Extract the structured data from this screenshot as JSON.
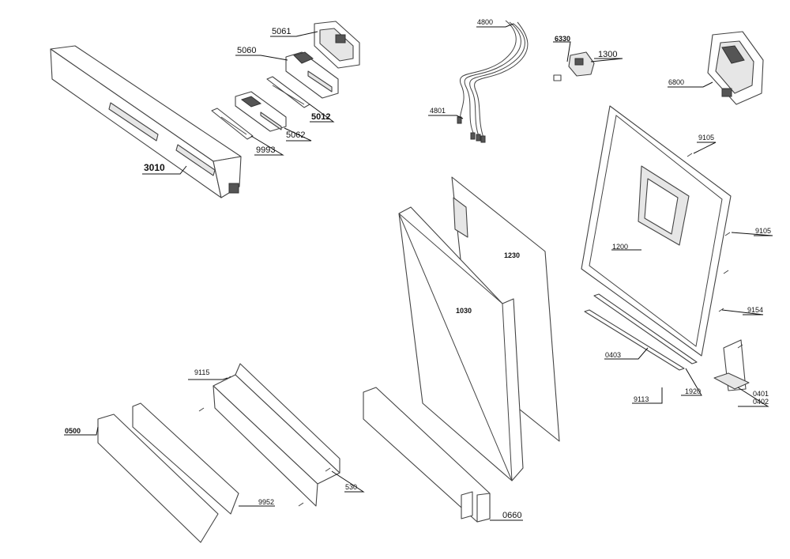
{
  "diagram": {
    "parts": [
      {
        "id": "p5061",
        "code": "5061"
      },
      {
        "id": "p5060",
        "code": "5060"
      },
      {
        "id": "p5012",
        "code": "5012"
      },
      {
        "id": "p5062",
        "code": "5062"
      },
      {
        "id": "p9993",
        "code": "9993"
      },
      {
        "id": "p3010",
        "code": "3010"
      },
      {
        "id": "p4800",
        "code": "4800"
      },
      {
        "id": "p4801",
        "code": "4801"
      },
      {
        "id": "p6330",
        "code": "6330"
      },
      {
        "id": "p1300",
        "code": "1300"
      },
      {
        "id": "p6800",
        "code": "6800"
      },
      {
        "id": "p9105a",
        "code": "9105"
      },
      {
        "id": "p9105b",
        "code": "9105"
      },
      {
        "id": "p1200",
        "code": "1200"
      },
      {
        "id": "p1230",
        "code": "1230"
      },
      {
        "id": "p1030",
        "code": "1030"
      },
      {
        "id": "p9154",
        "code": "9154"
      },
      {
        "id": "p0403",
        "code": "0403"
      },
      {
        "id": "p9113",
        "code": "9113"
      },
      {
        "id": "p1920",
        "code": "1920"
      },
      {
        "id": "p0401",
        "code": "0401"
      },
      {
        "id": "p0402",
        "code": "0402"
      },
      {
        "id": "p9115",
        "code": "9115"
      },
      {
        "id": "p0500",
        "code": "0500"
      },
      {
        "id": "p530",
        "code": "530"
      },
      {
        "id": "p9952",
        "code": "9952"
      },
      {
        "id": "p0660",
        "code": "0660"
      }
    ]
  }
}
